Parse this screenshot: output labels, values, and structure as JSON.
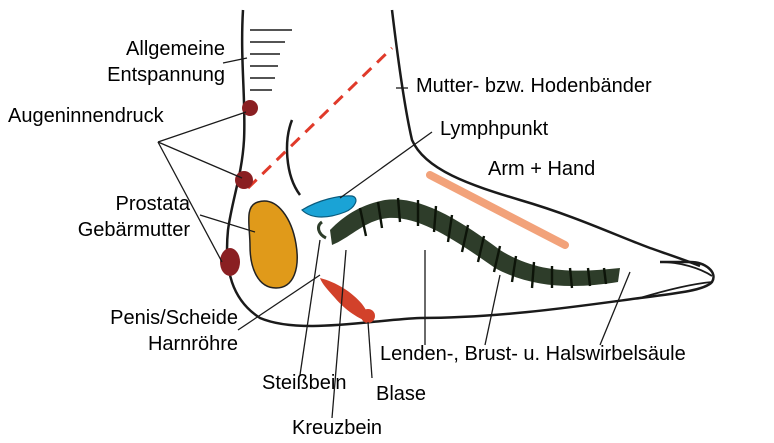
{
  "diagram": {
    "labels": {
      "allgemeine_entspannung": "Allgemeine Entspannung",
      "allgemeine": "Allgemeine",
      "entspannung": "Entspannung",
      "augeninnendruck": "Augeninnendruck",
      "mutter_hodenbaender": "Mutter- bzw. Hodenbänder",
      "lymphpunkt": "Lymphpunkt",
      "arm_hand": "Arm + Hand",
      "prostata": "Prostata",
      "gebaermutter": "Gebärmutter",
      "penis_scheide": "Penis/Scheide",
      "harnroehre": "Harnröhre",
      "wirbelsaeule": "Lenden-, Brust- u. Halswirbelsäule",
      "steissbein": "Steißbein",
      "blase": "Blase",
      "kreuzbein": "Kreuzbein"
    },
    "colors": {
      "outline": "#1a1a1a",
      "spine": "#2e3d2a",
      "prostata": "#e09a1a",
      "lymph": "#1aa3d6",
      "arm_band": "#f2a27a",
      "red_dash": "#e03a2a",
      "reflex_dark_red": "#8a1f22",
      "blase_red": "#d2412a"
    }
  }
}
